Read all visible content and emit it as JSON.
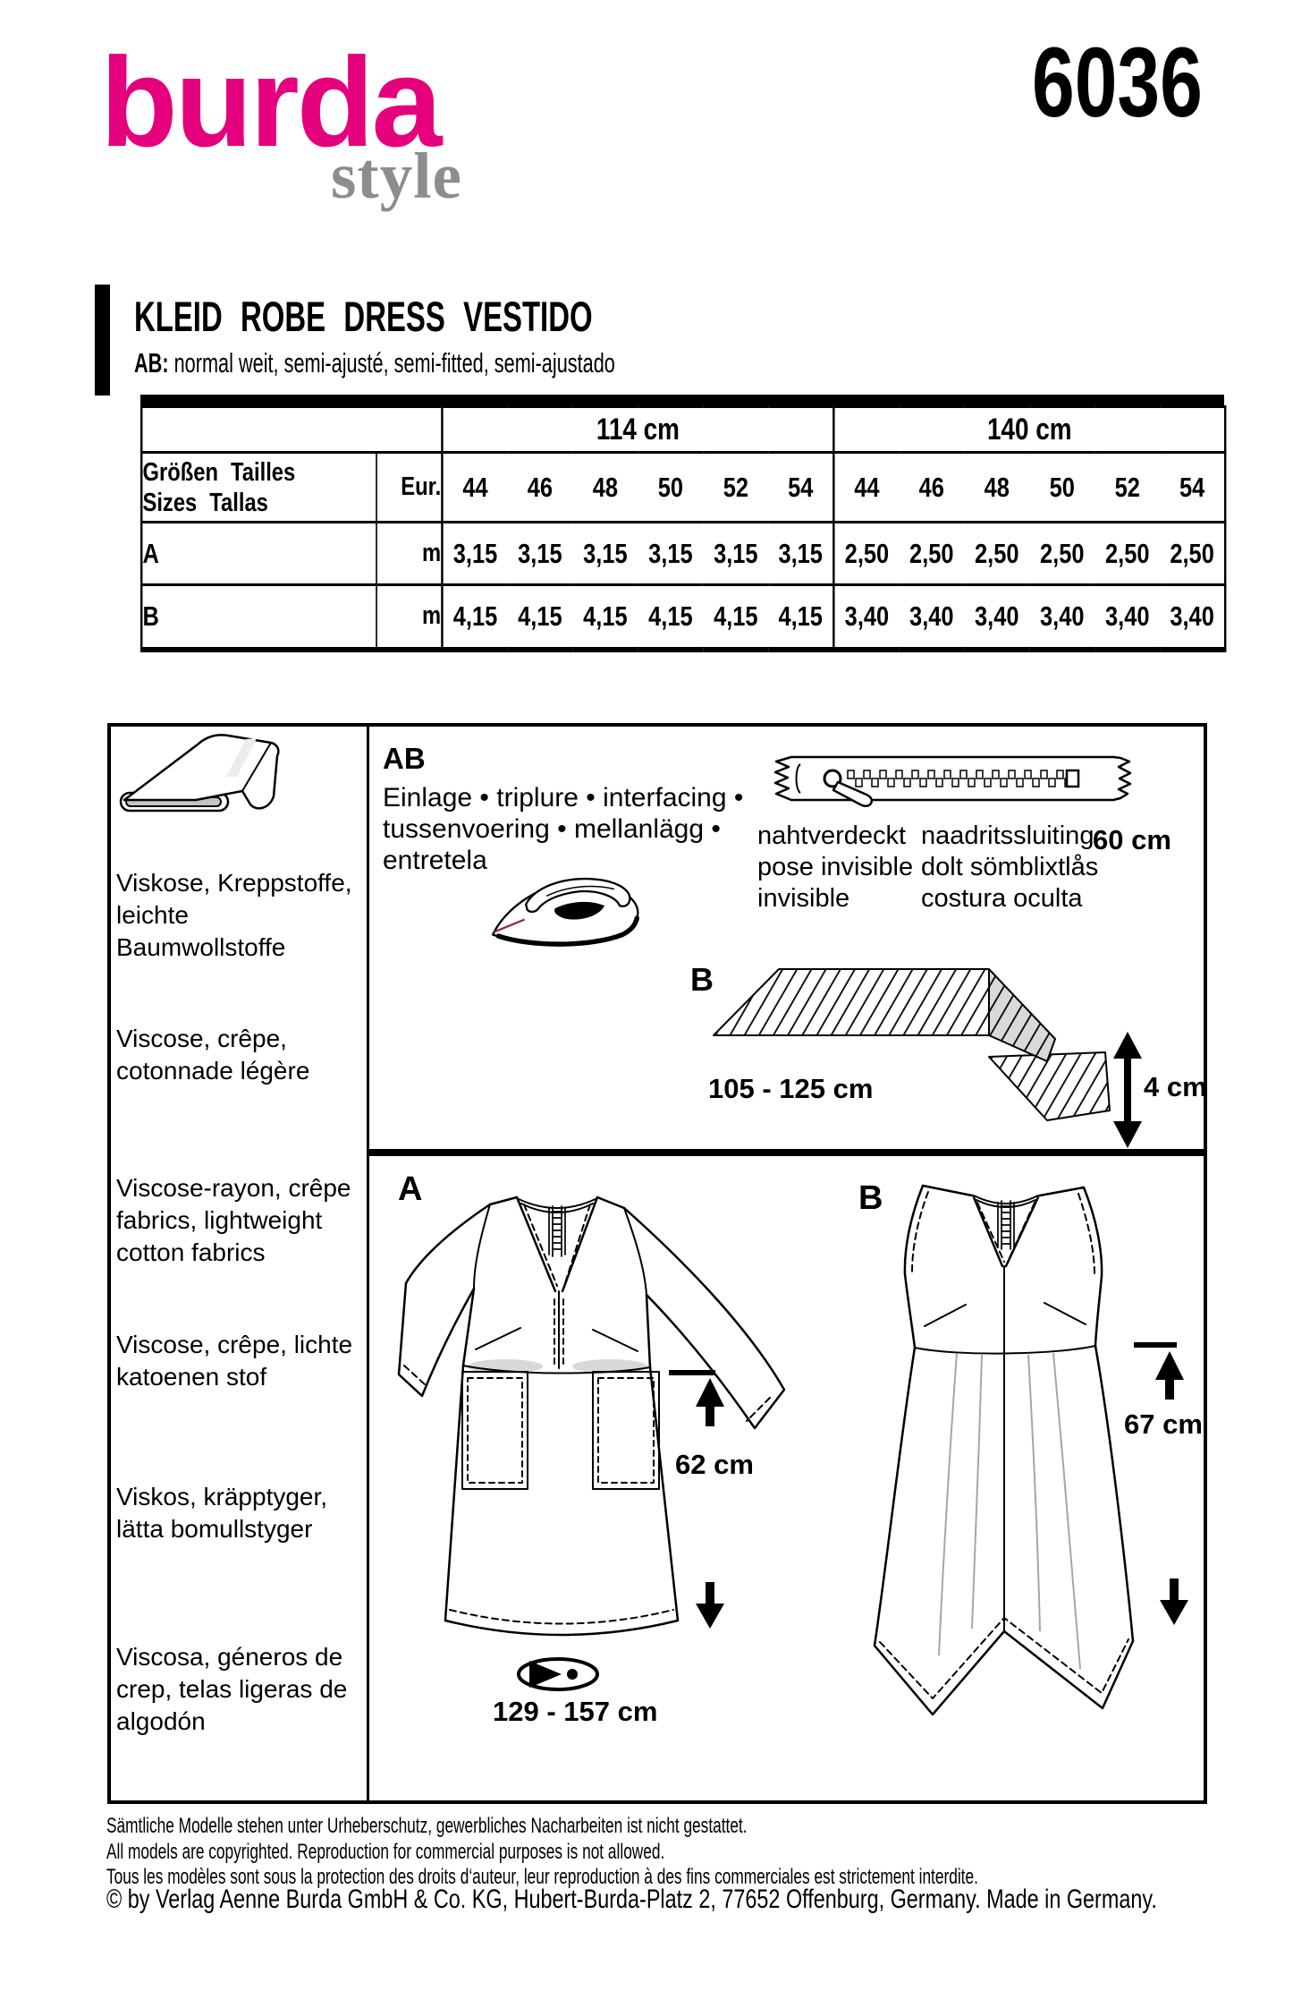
{
  "brand": {
    "name": "burda",
    "sub": "style",
    "pattern_number": "6036"
  },
  "colors": {
    "brand_pink": "#E5007D",
    "style_gray": "#8D8D8D",
    "line_black": "#000000",
    "shade_gray": "#D8D8D8",
    "iron_accent_maroon": "#8E2C4E"
  },
  "title": {
    "heading": "KLEID ROBE DRESS VESTIDO",
    "variant_label": "AB:",
    "variant_desc": "normal weit, semi-ajusté, semi-fitted, semi-ajustado"
  },
  "size_table": {
    "fabric_widths": [
      "114 cm",
      "140 cm"
    ],
    "size_label_line1": "Größen Tailles",
    "size_label_line2": "Sizes Tallas",
    "currency_label": "Eur.",
    "sizes": [
      "44",
      "46",
      "48",
      "50",
      "52",
      "54"
    ],
    "rows": [
      {
        "label": "A",
        "unit": "m",
        "values": [
          "3,15",
          "3,15",
          "3,15",
          "3,15",
          "3,15",
          "3,15",
          "2,50",
          "2,50",
          "2,50",
          "2,50",
          "2,50",
          "2,50"
        ]
      },
      {
        "label": "B",
        "unit": "m",
        "values": [
          "4,15",
          "4,15",
          "4,15",
          "4,15",
          "4,15",
          "4,15",
          "3,40",
          "3,40",
          "3,40",
          "3,40",
          "3,40",
          "3,40"
        ]
      }
    ]
  },
  "fabrics": [
    "Viskose, Kreppstoffe, leichte Baumwollstoffe",
    "Viscose, crêpe, cotonnade légère",
    "Viscose-rayon, crêpe fabrics, lightweight cotton fabrics",
    "Viscose, crêpe, lichte katoenen stof",
    "Viskos, kräpptyger, lätta bomullstyger",
    "Viscosa, géneros de crep, telas ligeras de algodón"
  ],
  "notions": {
    "section_label": "AB",
    "interfacing_lines": [
      "Einlage • triplure • interfacing •",
      "tussenvoering • mellanlägg •",
      "entretela"
    ],
    "zipper_type_col1": [
      "nahtverdeckt",
      "pose invisible",
      "invisible"
    ],
    "zipper_type_col2": [
      "naadritssluiting",
      "dolt sömblixtlås",
      "costura oculta"
    ],
    "zipper_length": "60 cm"
  },
  "bias_strip": {
    "label": "B",
    "length_range": "105 - 125 cm",
    "strip_width": "4 cm"
  },
  "views": {
    "a": {
      "label": "A",
      "back_length": "62 cm",
      "hem_circumference": "129 - 157 cm"
    },
    "b": {
      "label": "B",
      "back_length": "67 cm"
    }
  },
  "footer": {
    "de": "Sämtliche Modelle stehen unter Urheberschutz, gewerbliches Nacharbeiten ist nicht gestattet.",
    "en": "All models are copyrighted. Reproduction for commercial purposes is not allowed.",
    "fr": "Tous les modèles sont sous la protection des droits d‘auteur, leur reproduction à des fins commerciales est strictement interdite.",
    "copyright": "© by Verlag Aenne Burda GmbH & Co. KG, Hubert-Burda-Platz 2, 77652 Offenburg, Germany. Made in Germany."
  }
}
